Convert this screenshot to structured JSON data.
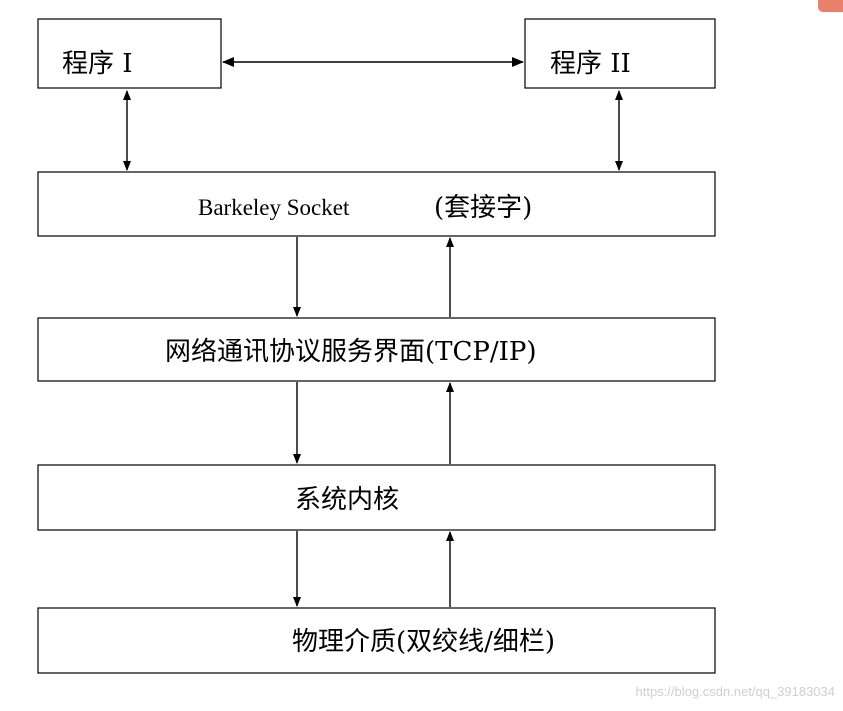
{
  "colors": {
    "line": "#000000",
    "background": "#ffffff",
    "watermark": "#cfcfcf",
    "corner_badge": "#e9806a"
  },
  "program1": {
    "label": "程序 I"
  },
  "program2": {
    "label": "程序 II"
  },
  "socket": {
    "label_en": "Barkeley Socket",
    "label_cn": "(套接字)"
  },
  "tcpip": {
    "label": "网络通讯协议服务界面(TCP/IP)"
  },
  "kernel": {
    "label": "系统内核"
  },
  "physical": {
    "label": "物理介质(双绞线/细栏)"
  },
  "watermark": {
    "text": "https://blog.csdn.net/qq_39183034"
  }
}
